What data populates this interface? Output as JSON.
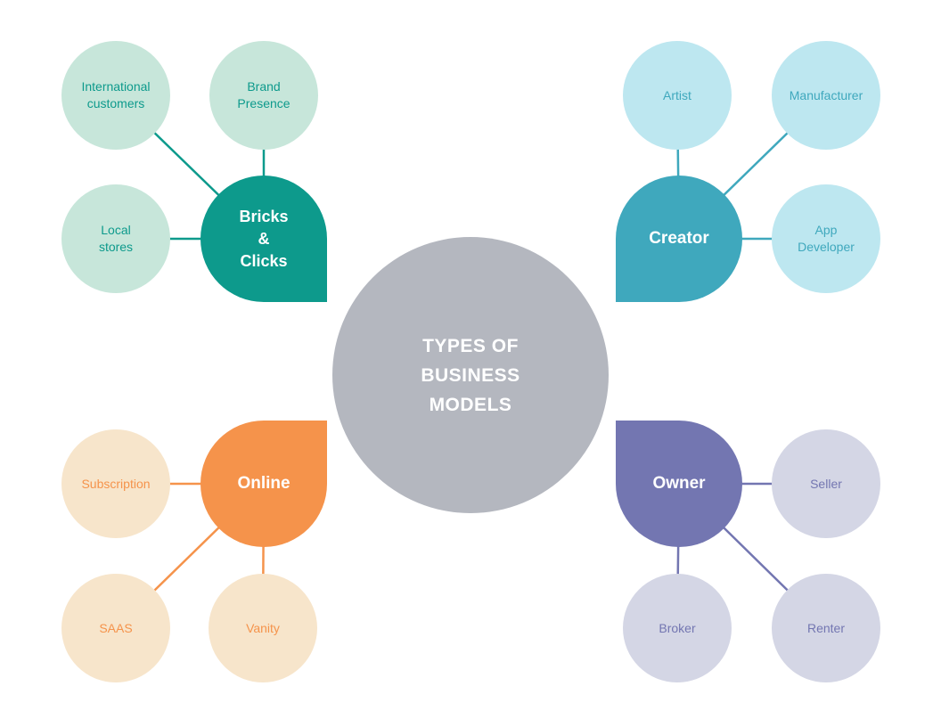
{
  "center_node": {
    "label": "TYPES OF\nBUSINESS\nMODELS",
    "fill": "#B4B7BF",
    "text_color": "#FFFFFF"
  },
  "branches": [
    {
      "id": "bricks-and-clicks",
      "accent": "#0D9A8C",
      "satellite_fill": "#C7E6DA",
      "main": {
        "label": "Bricks\n&\nClicks"
      },
      "satellites": [
        {
          "label": "International\ncustomers"
        },
        {
          "label": "Brand\nPresence"
        },
        {
          "label": "Local\nstores"
        }
      ]
    },
    {
      "id": "creator",
      "accent": "#3FA8BD",
      "satellite_fill": "#BDE7F0",
      "main": {
        "label": "Creator"
      },
      "satellites": [
        {
          "label": "Artist"
        },
        {
          "label": "Manufacturer"
        },
        {
          "label": "App\nDeveloper"
        }
      ]
    },
    {
      "id": "online",
      "accent": "#F5934B",
      "satellite_fill": "#F7E5CB",
      "main": {
        "label": "Online"
      },
      "satellites": [
        {
          "label": "Subscription"
        },
        {
          "label": "SAAS"
        },
        {
          "label": "Vanity"
        }
      ]
    },
    {
      "id": "owner",
      "accent": "#7376B1",
      "satellite_fill": "#D4D6E5",
      "main": {
        "label": "Owner"
      },
      "satellites": [
        {
          "label": "Seller"
        },
        {
          "label": "Broker"
        },
        {
          "label": "Renter"
        }
      ]
    }
  ]
}
